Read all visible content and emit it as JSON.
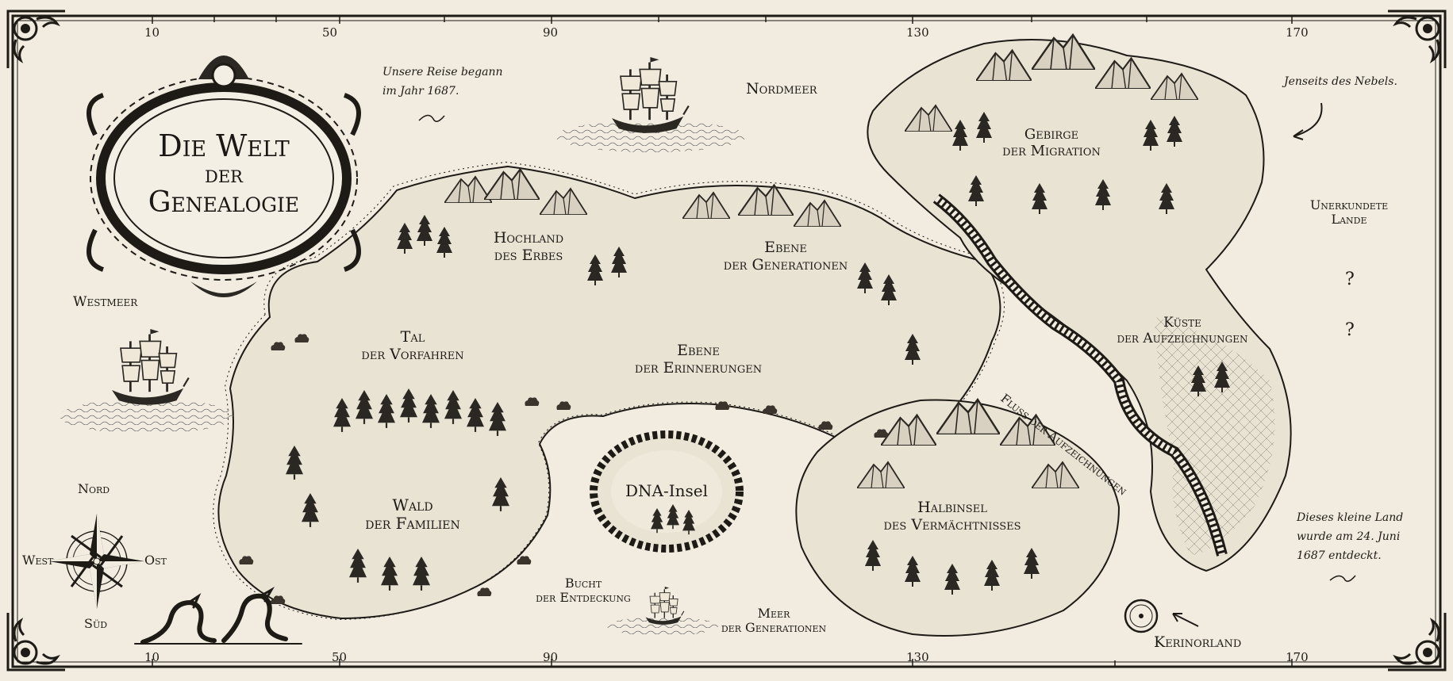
{
  "title": {
    "line1": "Die Welt",
    "line2": "der",
    "line3": "Genealogie"
  },
  "axis_ticks": {
    "top": [
      "10",
      "50",
      "90",
      "130",
      "170"
    ],
    "bottom": [
      "10",
      "50",
      "90",
      "130",
      "170"
    ]
  },
  "regions": {
    "hochland": {
      "line1": "Hochland",
      "line2": "des Erbes"
    },
    "ebene_gen": {
      "line1": "Ebene",
      "line2": "der Generationen"
    },
    "tal": {
      "line1": "Tal",
      "line2": "der Vorfahren"
    },
    "ebene_erin": {
      "line1": "Ebene",
      "line2": "der Erinnerungen"
    },
    "wald": {
      "line1": "Wald",
      "line2": "der Familien"
    },
    "dna": {
      "line1": "DNA-Insel"
    },
    "halbinsel": {
      "line1": "Halbinsel",
      "line2": "des Vermächtnisses"
    },
    "gebirge": {
      "line1": "Gebirge",
      "line2": "der Migration"
    },
    "kueste": {
      "line1": "Küste",
      "line2": "der Aufzeichnungen"
    },
    "unerkundet": {
      "line1": "Unerkundete",
      "line2": "Lande"
    },
    "fluss": "Fluss der Aufzeichnungen"
  },
  "seas": {
    "nordmeer": "Nordmeer",
    "westmeer": "Westmeer",
    "bucht": {
      "line1": "Bucht",
      "line2": "der Entdeckung"
    },
    "meer_gen": {
      "line1": "Meer",
      "line2": "der Generationen"
    }
  },
  "place": {
    "kerinorland": "Kerinorland"
  },
  "notes": {
    "journey": {
      "line1": "Unsere Reise begann",
      "line2": "im Jahr 1687."
    },
    "fog": "Jenseits des Nebels.",
    "discovery": {
      "line1": "Dieses kleine Land",
      "line2": "wurde am 24. Juni",
      "line3": "1687 entdeckt."
    }
  },
  "compass": {
    "north": "Nord",
    "west": "West",
    "east": "Ost",
    "south": "Süd"
  },
  "question_marks": [
    "?",
    "?"
  ],
  "icons": [
    "ship-icon",
    "compass-rose-icon",
    "sea-serpent-icon",
    "mountain-icon",
    "tree-icon",
    "cartouche-frame-icon",
    "curved-arrow-icon",
    "target-circle-icon",
    "corner-ornament-icon"
  ],
  "colors": {
    "paper": "#f1ecdf",
    "ink": "#1e1b17",
    "land": "#e9e3d4"
  }
}
